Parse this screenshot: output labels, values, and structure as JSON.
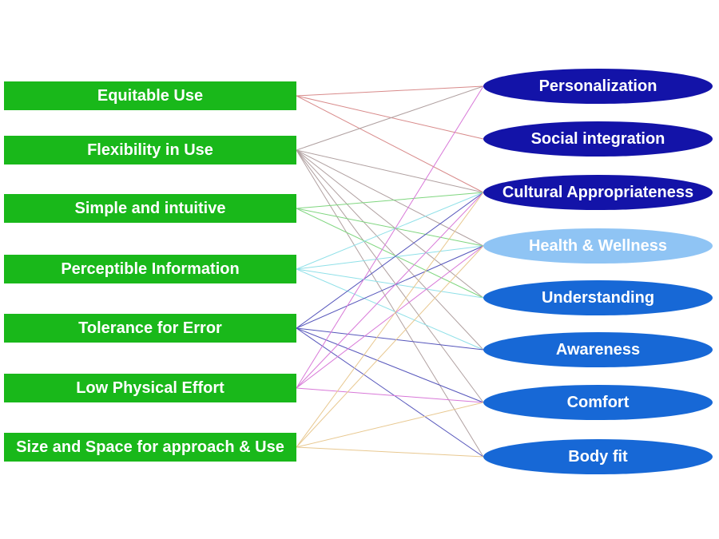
{
  "principles": [
    {
      "label": "Equitable Use"
    },
    {
      "label": "Flexibility in Use"
    },
    {
      "label": "Simple and intuitive"
    },
    {
      "label": "Perceptible Information"
    },
    {
      "label": "Tolerance for Error"
    },
    {
      "label": "Low Physical Effort"
    },
    {
      "label": "Size and Space for approach & Use"
    }
  ],
  "outcomes": [
    {
      "label": "Personalization",
      "color": "#1313a8"
    },
    {
      "label": "Social integration",
      "color": "#1313a8"
    },
    {
      "label": "Cultural Appropriateness",
      "color": "#1313a8"
    },
    {
      "label": "Health & Wellness",
      "color": "#8fc4f4"
    },
    {
      "label": "Understanding",
      "color": "#1768d6"
    },
    {
      "label": "Awareness",
      "color": "#1768d6"
    },
    {
      "label": "Comfort",
      "color": "#1768d6"
    },
    {
      "label": "Body fit",
      "color": "#1768d6"
    }
  ],
  "colors": {
    "principle_box": "#19b81a"
  },
  "connections": [
    {
      "from": 0,
      "to": 0,
      "color": "#d88a8a"
    },
    {
      "from": 0,
      "to": 1,
      "color": "#d88a8a"
    },
    {
      "from": 0,
      "to": 2,
      "color": "#d88a8a"
    },
    {
      "from": 1,
      "to": 0,
      "color": "#b0a0a0"
    },
    {
      "from": 1,
      "to": 2,
      "color": "#b0a0a0"
    },
    {
      "from": 1,
      "to": 3,
      "color": "#b0a0a0"
    },
    {
      "from": 1,
      "to": 4,
      "color": "#b0a0a0"
    },
    {
      "from": 1,
      "to": 5,
      "color": "#b0a0a0"
    },
    {
      "from": 1,
      "to": 6,
      "color": "#b0a0a0"
    },
    {
      "from": 1,
      "to": 7,
      "color": "#b0a0a0"
    },
    {
      "from": 2,
      "to": 2,
      "color": "#7fd67f"
    },
    {
      "from": 2,
      "to": 3,
      "color": "#7fd67f"
    },
    {
      "from": 2,
      "to": 4,
      "color": "#7fd67f"
    },
    {
      "from": 3,
      "to": 2,
      "color": "#8fe0e8"
    },
    {
      "from": 3,
      "to": 3,
      "color": "#8fe0e8"
    },
    {
      "from": 3,
      "to": 4,
      "color": "#8fe0e8"
    },
    {
      "from": 3,
      "to": 5,
      "color": "#8fe0e8"
    },
    {
      "from": 4,
      "to": 2,
      "color": "#5555bb"
    },
    {
      "from": 4,
      "to": 3,
      "color": "#5555bb"
    },
    {
      "from": 4,
      "to": 5,
      "color": "#5555bb"
    },
    {
      "from": 4,
      "to": 6,
      "color": "#5555bb"
    },
    {
      "from": 4,
      "to": 7,
      "color": "#5555bb"
    },
    {
      "from": 5,
      "to": 0,
      "color": "#d878d8"
    },
    {
      "from": 5,
      "to": 2,
      "color": "#d878d8"
    },
    {
      "from": 5,
      "to": 3,
      "color": "#d878d8"
    },
    {
      "from": 5,
      "to": 6,
      "color": "#d878d8"
    },
    {
      "from": 6,
      "to": 2,
      "color": "#e8c890"
    },
    {
      "from": 6,
      "to": 3,
      "color": "#e8c890"
    },
    {
      "from": 6,
      "to": 6,
      "color": "#e8c890"
    },
    {
      "from": 6,
      "to": 7,
      "color": "#e8c890"
    }
  ]
}
